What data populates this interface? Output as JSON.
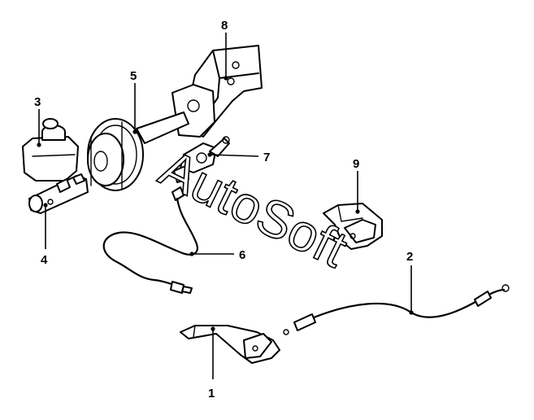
{
  "callouts": [
    {
      "id": "1",
      "label": "1"
    },
    {
      "id": "2",
      "label": "2"
    },
    {
      "id": "3",
      "label": "3"
    },
    {
      "id": "4",
      "label": "4"
    },
    {
      "id": "5",
      "label": "5"
    },
    {
      "id": "6",
      "label": "6"
    },
    {
      "id": "7",
      "label": "7"
    },
    {
      "id": "8",
      "label": "8"
    },
    {
      "id": "9",
      "label": "9"
    }
  ],
  "watermark": "AutoSoft",
  "colors": {
    "ink": "#000000",
    "paper": "#ffffff"
  }
}
